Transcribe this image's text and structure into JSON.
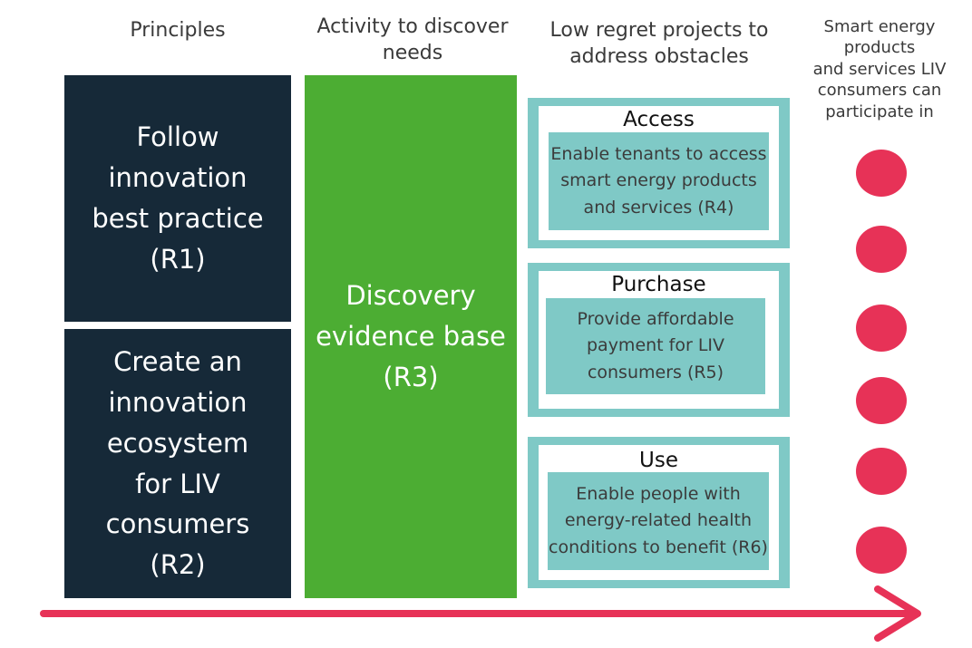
{
  "column_headers": {
    "principles": "Principles",
    "activity": "Activity to discover\nneeds",
    "projects": "Low regret projects to\naddress obstacles",
    "products": "Smart energy products\nand services LIV\nconsumers can\nparticipate in"
  },
  "principles": [
    {
      "text": "Follow\ninnovation\nbest practice\n(R1)"
    },
    {
      "text": "Create an\ninnovation\necosystem\nfor LIV\nconsumers\n(R2)"
    }
  ],
  "activity": {
    "text": "Discovery\nevidence base\n(R3)"
  },
  "projects": [
    {
      "heading": "Access",
      "text": "Enable tenants to access\nsmart energy products\nand services (R4)"
    },
    {
      "heading": "Purchase",
      "text": "Provide affordable\npayment for LIV\nconsumers (R5)"
    },
    {
      "heading": "Use",
      "text": "Enable people with\nenergy-related health\nconditions to benefit (R6)"
    }
  ],
  "colors": {
    "principle_box": "#162938",
    "activity_box": "#4cad33",
    "project_box": "#7fc9c6",
    "dot": "#e73257",
    "arrow": "#e73257"
  }
}
